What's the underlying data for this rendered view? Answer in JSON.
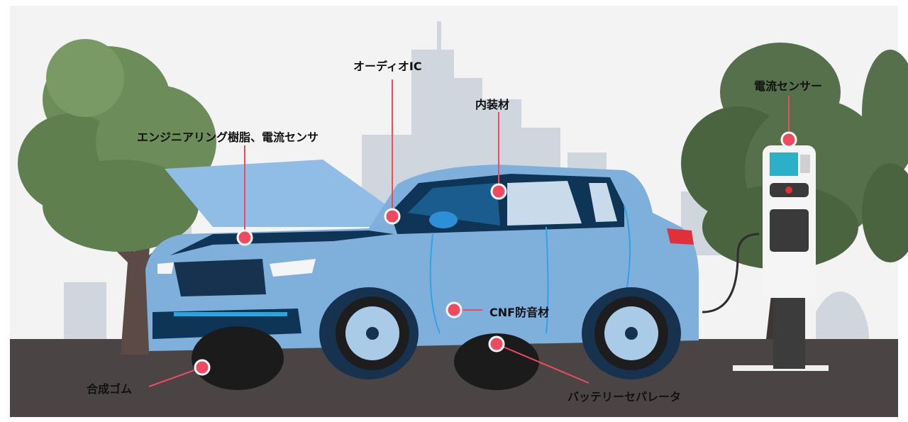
{
  "labels": {
    "audio_ic": "オーディオIC",
    "interior": "内装材",
    "engineering_resin": "エンジニアリング樹脂、電流センサ",
    "current_sensor": "電流センサー",
    "cnf_soundproof": "CNF防音材",
    "synthetic_rubber": "合成ゴム",
    "battery_separator": "バッテリーセパレータ"
  },
  "colors": {
    "background": "#f2f2f2",
    "ground": "#4a4544",
    "marker": "#f04a60",
    "car_body": "#7fb0dc",
    "car_dark": "#0e3556",
    "tree": "#5f7f4f",
    "buildings": "#cfd6de"
  },
  "icons": [
    "car-illustration",
    "ev-charger-illustration",
    "tree-illustration",
    "city-buildings-illustration"
  ]
}
